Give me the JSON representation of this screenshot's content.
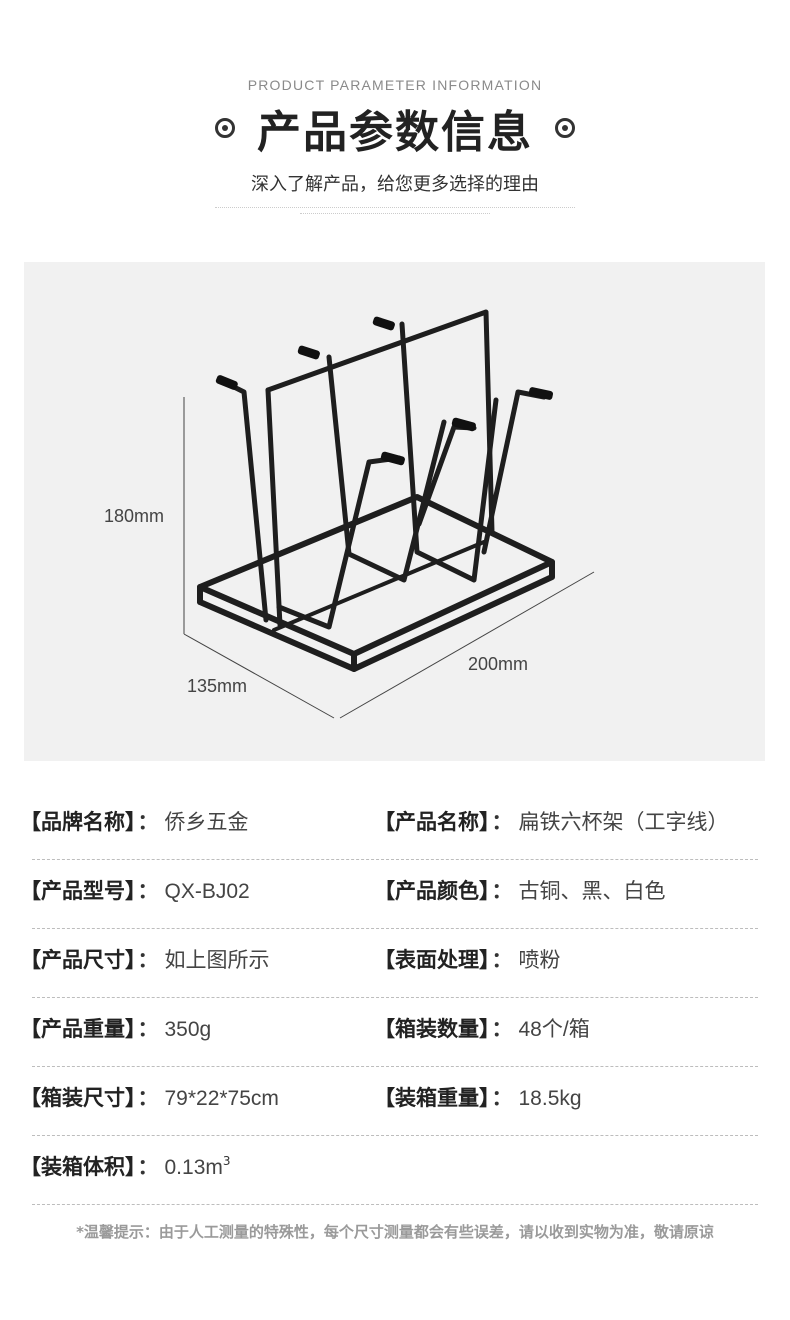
{
  "header": {
    "subtitle_en": "PRODUCT PARAMETER INFORMATION",
    "title": "产品参数信息",
    "tagline": "深入了解产品，给您更多选择的理由"
  },
  "dimensions": {
    "height": "180mm",
    "depth": "135mm",
    "width": "200mm"
  },
  "params": [
    {
      "left": {
        "key": "【品牌名称】",
        "value": "侨乡五金"
      },
      "right": {
        "key": "【产品名称】",
        "value": "扁铁六杯架（工字线）"
      }
    },
    {
      "left": {
        "key": "【产品型号】",
        "value": "QX-BJ02"
      },
      "right": {
        "key": "【产品颜色】",
        "value": "古铜、黑、白色"
      }
    },
    {
      "left": {
        "key": "【产品尺寸】",
        "value": "如上图所示"
      },
      "right": {
        "key": "【表面处理】",
        "value": "喷粉"
      }
    },
    {
      "left": {
        "key": "【产品重量】",
        "value": "350g"
      },
      "right": {
        "key": "【箱装数量】",
        "value": "48个/箱"
      }
    },
    {
      "left": {
        "key": "【箱装尺寸】",
        "value": "79*22*75cm"
      },
      "right": {
        "key": "【装箱重量】",
        "value": "18.5kg"
      }
    },
    {
      "left": {
        "key": "【装箱体积】",
        "value": "0.13m",
        "sup": "3"
      }
    }
  ],
  "separator": "：",
  "note": "*温馨提示：由于人工测量的特殊性，每个尺寸测量都会有些误差，请以收到实物为准，敬请原谅",
  "colors": {
    "background": "#ffffff",
    "panel": "#f1f1f1",
    "rack": "#1e1e1e"
  }
}
